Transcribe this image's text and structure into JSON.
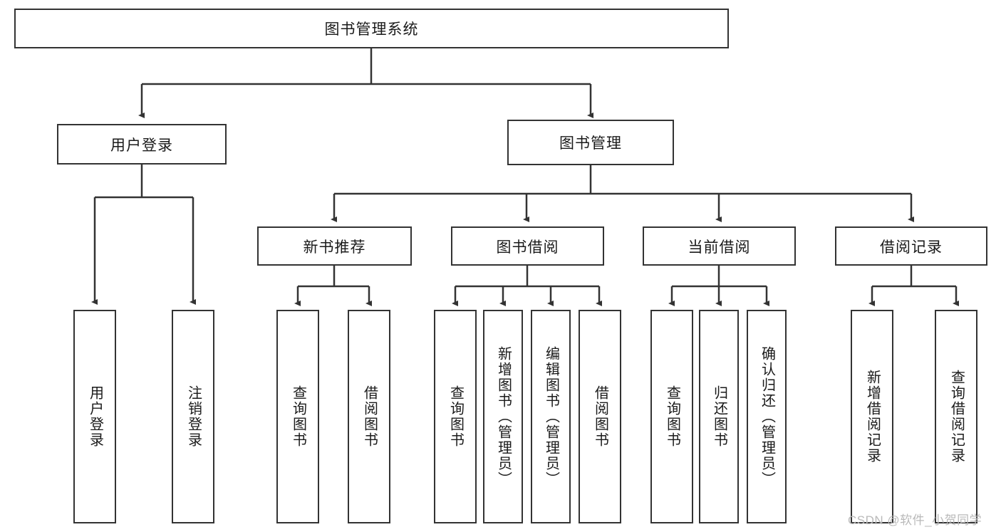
{
  "diagram": {
    "title": "图书管理系统",
    "type": "hierarchy-tree",
    "root": {
      "label": "图书管理系统"
    },
    "level1": [
      {
        "id": "user-login",
        "label": "用户登录"
      },
      {
        "id": "book-manage",
        "label": "图书管理"
      }
    ],
    "level2": [
      {
        "id": "new-book-rec",
        "label": "新书推荐",
        "parent": "book-manage"
      },
      {
        "id": "book-borrow",
        "label": "图书借阅",
        "parent": "book-manage"
      },
      {
        "id": "current-borrow",
        "label": "当前借阅",
        "parent": "book-manage"
      },
      {
        "id": "borrow-record",
        "label": "借阅记录",
        "parent": "book-manage"
      }
    ],
    "leaves": {
      "user_login": [
        {
          "id": "leaf-user-login",
          "label": "用户登录"
        },
        {
          "id": "leaf-user-logout",
          "label": "注销登录"
        }
      ],
      "new_book_rec": [
        {
          "id": "leaf-query-book-1",
          "label": "查询图书"
        },
        {
          "id": "leaf-borrow-book-1",
          "label": "借阅图书"
        }
      ],
      "book_borrow": [
        {
          "id": "leaf-query-book-2",
          "label": "查询图书"
        },
        {
          "id": "leaf-add-book",
          "label": "新增图书（管理员）"
        },
        {
          "id": "leaf-edit-book",
          "label": "编辑图书（管理员）"
        },
        {
          "id": "leaf-borrow-book-2",
          "label": "借阅图书"
        }
      ],
      "current_borrow": [
        {
          "id": "leaf-query-book-3",
          "label": "查询图书"
        },
        {
          "id": "leaf-return-book",
          "label": "归还图书"
        },
        {
          "id": "leaf-confirm-return",
          "label": "确认归还（管理员）"
        }
      ],
      "borrow_record": [
        {
          "id": "leaf-add-record",
          "label": "新增借阅记录"
        },
        {
          "id": "leaf-query-record",
          "label": "查询借阅记录"
        }
      ]
    }
  },
  "watermark": {
    "text": "CSDN @软件_小贺同学"
  },
  "colors": {
    "border": "#333333",
    "background": "#ffffff",
    "text": "#1a1a1a",
    "watermark": "#b9b9b9"
  }
}
